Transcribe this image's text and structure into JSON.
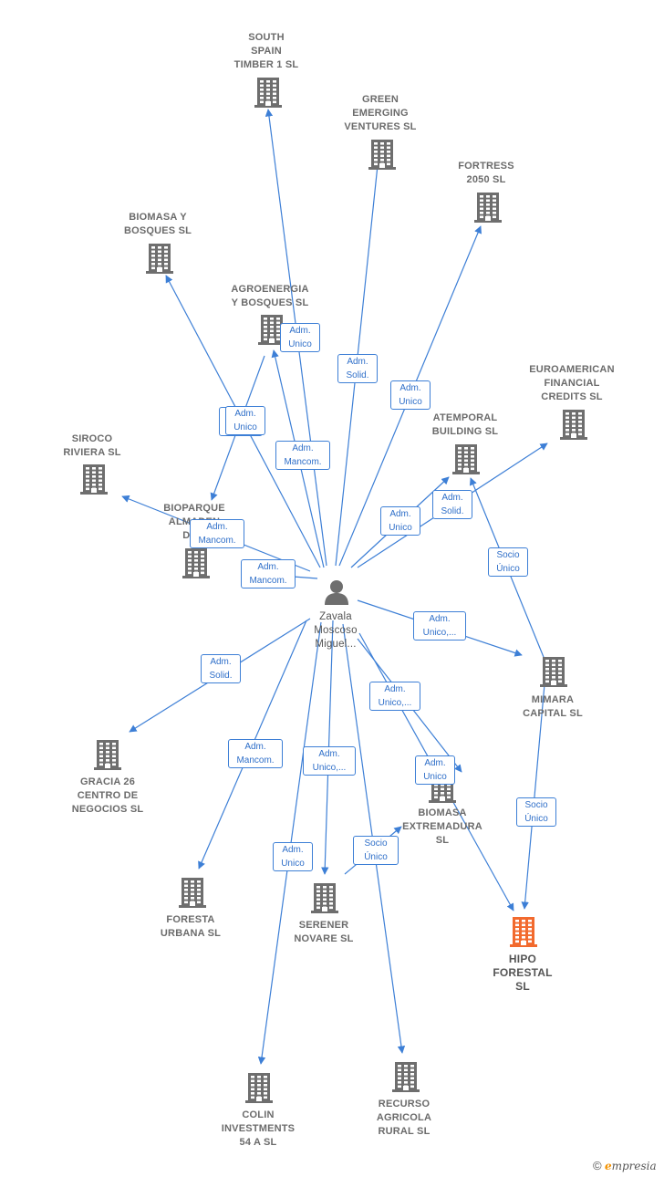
{
  "center": {
    "name": "Zavala\nMoscoso\nMiguel..."
  },
  "nodes": [
    {
      "id": "south",
      "name": "SOUTH\nSPAIN\nTIMBER 1  SL"
    },
    {
      "id": "green",
      "name": "GREEN\nEMERGING\nVENTURES SL"
    },
    {
      "id": "fortress",
      "name": "FORTRESS\n2050  SL"
    },
    {
      "id": "biomasa",
      "name": "BIOMASA Y\nBOSQUES SL"
    },
    {
      "id": "agro",
      "name": "AGROENERGIA\nY BOSQUES SL"
    },
    {
      "id": "euro",
      "name": "EUROAMERICAN\nFINANCIAL\nCREDITS SL"
    },
    {
      "id": "atemporal",
      "name": "ATEMPORAL\nBUILDING  SL"
    },
    {
      "id": "siroco",
      "name": "SIROCO\nRIVIERA  SL"
    },
    {
      "id": "bioparque",
      "name": "BIOPARQUE\nALMADEN\nDE..."
    },
    {
      "id": "mimara",
      "name": "MIMARA\nCAPITAL  SL"
    },
    {
      "id": "gracia",
      "name": "GRACIA 26\nCENTRO DE\nNEGOCIOS  SL"
    },
    {
      "id": "bioext",
      "name": "BIOMASA\nEXTREMADURA\nSL"
    },
    {
      "id": "foresta",
      "name": "FORESTA\nURBANA  SL"
    },
    {
      "id": "serener",
      "name": "SERENER\nNOVARE  SL"
    },
    {
      "id": "hipo",
      "name": "HIPO\nFORESTAL\nSL"
    },
    {
      "id": "colin",
      "name": "COLIN\nINVESTMENTS\n54 A  SL"
    },
    {
      "id": "recurso",
      "name": "RECURSO\nAGRICOLA\nRURAL SL"
    }
  ],
  "edge_labels": [
    "Adm.\nUnico",
    "Adm.\nSolid.",
    "Adm.\nUnico",
    "Adm.\nUnico",
    "Adm.\nUnico",
    "Adm.\nMancom.",
    "Adm.\nMancom.",
    "Adm.\nMancom.",
    "Adm.\nUnico",
    "Adm.\nSolid.",
    "Socio\nÚnico",
    "Adm.\nUnico,...",
    "Adm.\nSolid.",
    "Adm.\nUnico,...",
    "Adm.\nMancom.",
    "Adm.\nUnico,...",
    "Adm.\nUnico",
    "Socio\nÚnico",
    "Adm.\nUnico",
    "Socio\nÚnico"
  ],
  "colors": {
    "edge": "#3d7fd6",
    "building": "#6e6e6e",
    "target": "#f26a2e"
  },
  "icons": {
    "company": "building-icon",
    "person": "person-icon"
  },
  "brand": {
    "copyright": "©",
    "first": "e",
    "rest": "mpresia"
  }
}
